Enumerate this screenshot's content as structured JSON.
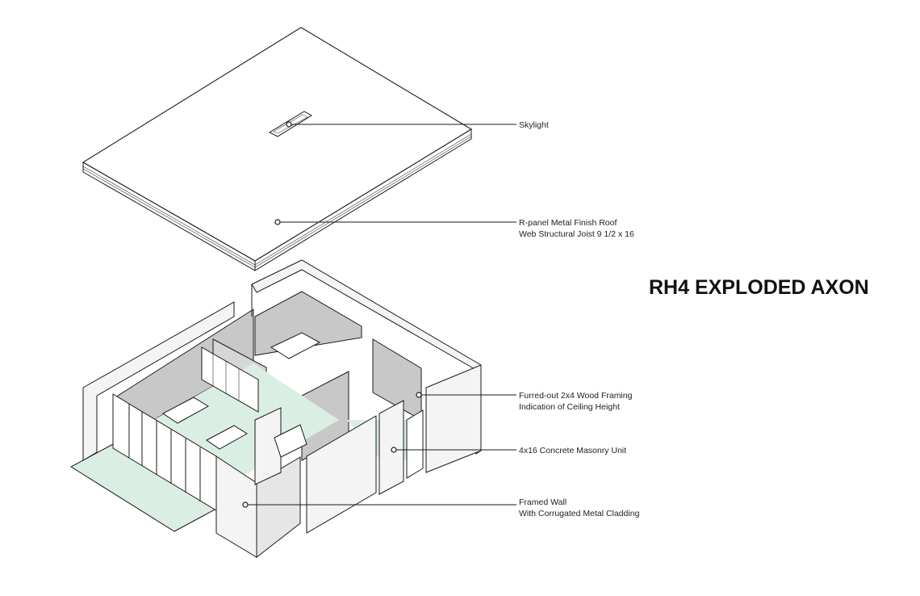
{
  "title": "RH4 EXPLODED AXON",
  "callouts": [
    {
      "id": "skylight",
      "lines": [
        "Skylight"
      ]
    },
    {
      "id": "roof",
      "lines": [
        "R-panel Metal Finish Roof",
        "Web Structural Joist 9 1/2 x 16"
      ]
    },
    {
      "id": "furring",
      "lines": [
        "Furred-out  2x4 Wood Framing",
        "Indication of Ceiling Height"
      ]
    },
    {
      "id": "cmu",
      "lines": [
        "4x16 Concrete Masonry Unit"
      ]
    },
    {
      "id": "framed-wall",
      "lines": [
        "Framed Wall",
        "With Corrugated Metal Cladding"
      ]
    }
  ],
  "colors": {
    "line": "#1a1a1a",
    "interior_wall": "#c8c8c8",
    "floor_tint": "#dbeee3",
    "wall_face": "#f4f4f4",
    "paper": "#ffffff"
  }
}
